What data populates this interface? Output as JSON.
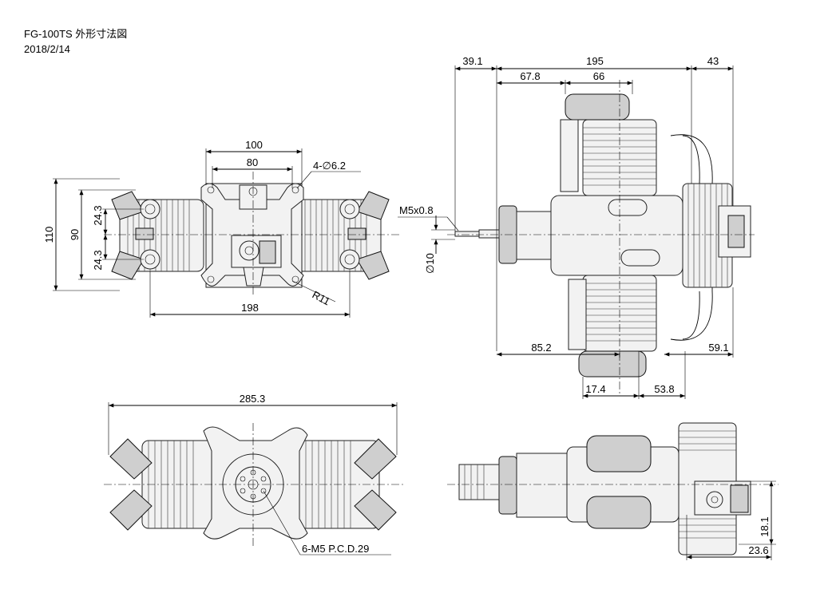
{
  "title": {
    "name": "FG-100TS 外形寸法図",
    "date": "2018/2/14"
  },
  "front_view": {
    "width_outer": "100",
    "width_inner": "80",
    "holes": "4-∅6.2",
    "height_outer": "110",
    "height_inner": "90",
    "offset_top": "24.3",
    "offset_bottom": "24.3",
    "radius": "R11",
    "span": "198"
  },
  "side_view": {
    "prop_offset": "39.1",
    "body_length": "195",
    "rear_extension": "43",
    "to_cylinder": "67.8",
    "cylinder_width": "66",
    "shaft_thread": "M5x0.8",
    "shaft_diameter": "∅10",
    "front_to_mount": "85.2",
    "rear_to_mount": "59.1",
    "mount_offset_a": "17.4",
    "mount_offset_b": "53.8"
  },
  "top_view": {
    "overall_width": "285.3",
    "bolt_pattern": "6-M5 P.C.D.29"
  },
  "bottom_side_view": {
    "carb_height": "18.1",
    "carb_depth": "23.6"
  }
}
